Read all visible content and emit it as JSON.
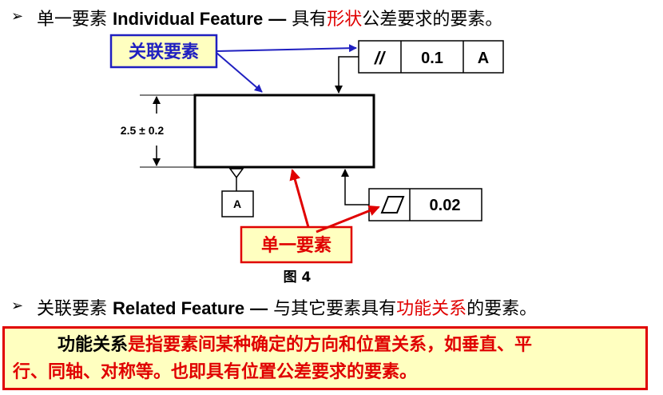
{
  "heading1": {
    "bullet": "➢",
    "cn_term": "单一要素",
    "en_term": "Individual Feature",
    "dash": "—",
    "desc_before": "具有",
    "desc_highlight": "形状",
    "desc_after": "公差要求的要素。"
  },
  "diagram": {
    "label_related": "关联要素",
    "label_individual": "单一要素",
    "dimension": "2.5 ± 0.2",
    "datum_letter": "A",
    "parallel_frame": {
      "symbol": "//",
      "tolerance": "0.1",
      "datum": "A"
    },
    "flatness_frame": {
      "tolerance": "0.02"
    },
    "caption": "图  4"
  },
  "heading2": {
    "bullet": "➢",
    "cn_term": "关联要素",
    "en_term": "Related Feature",
    "dash": "—",
    "desc_before": "与其它要素具有",
    "desc_highlight": "功能关系",
    "desc_after": "的要素。"
  },
  "note": {
    "term": "功能关系",
    "line1": "是指要素间某种确定的方向和位置关系，如垂直、平",
    "line2": "行、同轴、对称等。也即具有位置公差要求的要素。"
  },
  "colors": {
    "accent_red": "#e00000",
    "label_blue": "#2020c0",
    "note_bg": "#ffffc0",
    "label_bg": "#ffffc0"
  }
}
